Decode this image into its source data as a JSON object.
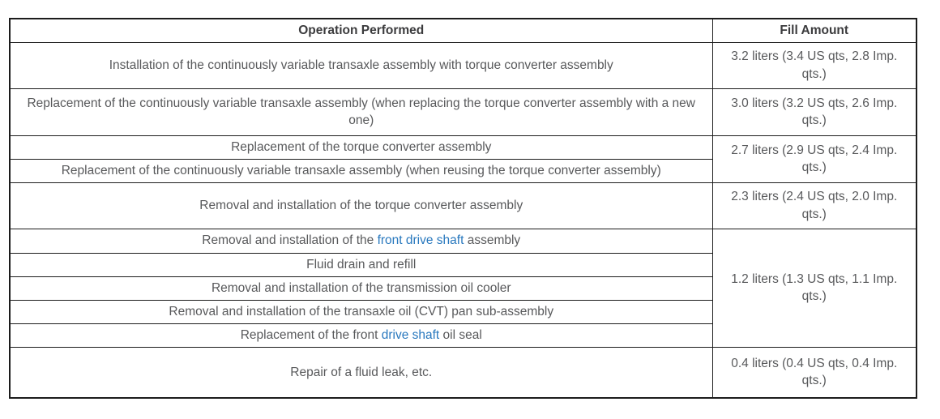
{
  "table": {
    "headers": {
      "operation": "Operation Performed",
      "fill": "Fill Amount"
    },
    "rows": [
      {
        "op": [
          {
            "t": "Installation of the continuously variable transaxle assembly with torque converter assembly"
          }
        ],
        "fill": "3.2 liters (3.4 US qts, 2.8 Imp. qts.)",
        "fill_rowspan": 1
      },
      {
        "op": [
          {
            "t": "Replacement of the continuously variable transaxle assembly (when replacing the torque converter assembly with a new one)"
          }
        ],
        "fill": "3.0 liters (3.2 US qts, 2.6 Imp. qts.)",
        "fill_rowspan": 1
      },
      {
        "op": [
          {
            "t": "Replacement of the torque converter assembly"
          }
        ],
        "fill": "2.7 liters (2.9 US qts, 2.4 Imp. qts.)",
        "fill_rowspan": 2
      },
      {
        "op": [
          {
            "t": "Replacement of the continuously variable transaxle assembly (when reusing the torque converter assembly)"
          }
        ]
      },
      {
        "op": [
          {
            "t": "Removal and installation of the torque converter assembly"
          }
        ],
        "fill": "2.3 liters (2.4 US qts, 2.0 Imp. qts.)",
        "fill_rowspan": 1
      },
      {
        "op": [
          {
            "t": "Removal and installation of the "
          },
          {
            "t": "front drive shaft",
            "link": true
          },
          {
            "t": " assembly"
          }
        ],
        "fill": "1.2 liters (1.3 US qts, 1.1 Imp. qts.)",
        "fill_rowspan": 5
      },
      {
        "op": [
          {
            "t": "Fluid drain and refill"
          }
        ]
      },
      {
        "op": [
          {
            "t": "Removal and installation of the transmission oil cooler"
          }
        ]
      },
      {
        "op": [
          {
            "t": "Removal and installation of the transaxle oil (CVT) pan sub-assembly"
          }
        ]
      },
      {
        "op": [
          {
            "t": "Replacement of the front "
          },
          {
            "t": "drive shaft",
            "link": true
          },
          {
            "t": " oil seal"
          }
        ]
      },
      {
        "op": [
          {
            "t": "Repair of a fluid leak, etc."
          }
        ],
        "fill": "0.4 liters (0.4 US qts, 0.4 Imp. qts.)",
        "fill_rowspan": 1
      }
    ]
  },
  "colors": {
    "link": "#2878BE",
    "body_text": "#58595B",
    "header_text": "#3B3B3D",
    "border": "#1C1C1C"
  }
}
